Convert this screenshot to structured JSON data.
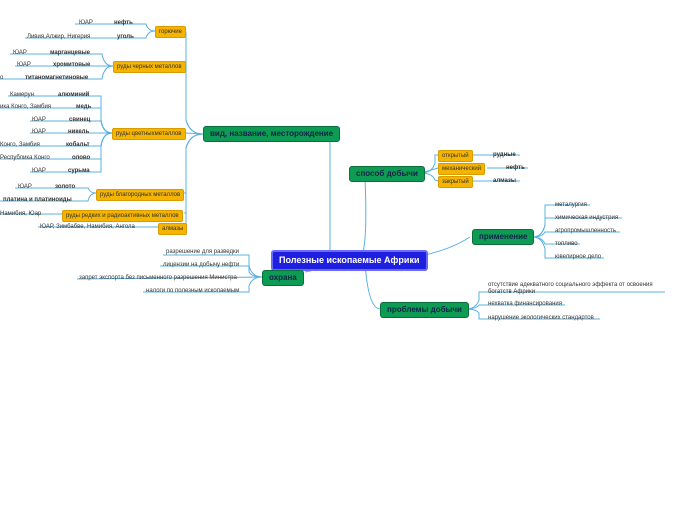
{
  "center": "Полезные ископаемые Африки",
  "branch_types": "вид, название, месторождение",
  "branch_method": "способ добычи",
  "branch_use": "применение",
  "branch_problems": "проблемы добычи",
  "branch_protect": "охрана",
  "cat_fuel": "горючие",
  "cat_ferrous": "руды черных металлов",
  "cat_nonferrous": "руды цветныхметаллов",
  "cat_precious": "руды благородных металлов",
  "cat_rare": "руды редких и радиоактивных металлов",
  "cat_diamonds": "алмазы",
  "fuel": [
    {
      "name": "нефть",
      "place": "ЮАР"
    },
    {
      "name": "уголь",
      "place": "Ливия,Алжир, Нигерия"
    }
  ],
  "ferrous": [
    {
      "name": "марганцевые",
      "place": "ЮАР"
    },
    {
      "name": "хромитовые",
      "place": "ЮАР"
    },
    {
      "name": "титаномагнетиновые",
      "place": "о"
    }
  ],
  "nonferrous": [
    {
      "name": "алюминий",
      "place": "Камерун"
    },
    {
      "name": "медь",
      "place": "ика Конго, Замбия"
    },
    {
      "name": "свинец",
      "place": "ЮАР"
    },
    {
      "name": "никель",
      "place": "ЮАР"
    },
    {
      "name": "кобальт",
      "place": "Конго, Замбия"
    },
    {
      "name": "олово",
      "place": "Республика Конго"
    },
    {
      "name": "сурьма",
      "place": "ЮАР"
    }
  ],
  "precious": [
    {
      "name": "золото",
      "place": "ЮАР"
    },
    {
      "name": "платина и платиноиды",
      "place": ""
    }
  ],
  "rare_place": "Намибия, Юар",
  "diamonds_place": "ЮАР, Зимбабве, Намибия, Ангола",
  "methods": [
    {
      "name": "открытый",
      "value": "рудные"
    },
    {
      "name": "механический",
      "value": "нефть"
    },
    {
      "name": "закрытый",
      "value": "алмазы"
    }
  ],
  "uses": [
    "металургия",
    "химическая индустрия",
    "агропромышленность",
    "топливо",
    "ювелирное дело"
  ],
  "problems": [
    "отсутствие адекватного социального эффекта от освоения богатств Африки",
    "нехватка финансирования",
    "нарушение экологических стандартов"
  ],
  "protect": [
    "разрешение для разведки",
    "лицензии на добычу нефти",
    "запрет экспорта без письменного разрешения Министра",
    "налоги по полезным ископаемым"
  ],
  "colors": {
    "branch": "#0e9b54",
    "category": "#f4b400",
    "center": "#1f1fe0",
    "line": "#5ab0e0"
  }
}
